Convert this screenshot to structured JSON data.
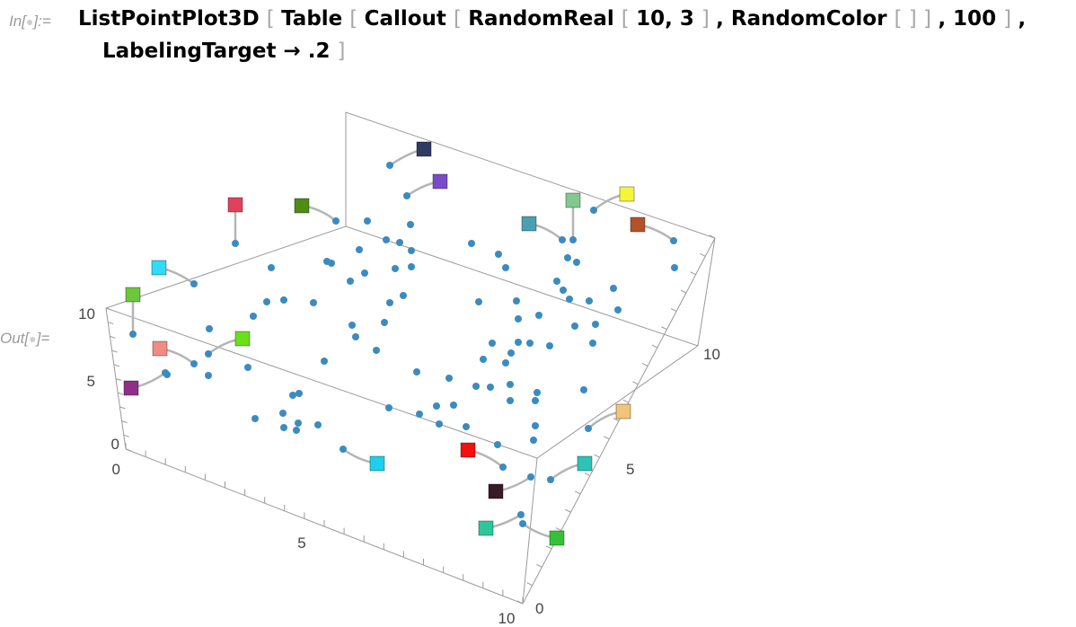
{
  "cell": {
    "in_label": "In[",
    "in_label_end": "]:=",
    "out_label": "Out[",
    "out_label_end": "]=",
    "cell_dot": "●"
  },
  "code": {
    "line1": [
      {
        "t": "ListPointPlot3D ",
        "c": "k"
      },
      {
        "t": "[ ",
        "c": "b"
      },
      {
        "t": "Table ",
        "c": "k"
      },
      {
        "t": "[ ",
        "c": "b"
      },
      {
        "t": "Callout ",
        "c": "k"
      },
      {
        "t": "[ ",
        "c": "b"
      },
      {
        "t": "RandomReal ",
        "c": "k"
      },
      {
        "t": "[ ",
        "c": "b"
      },
      {
        "t": "10, 3 ",
        "c": "k"
      },
      {
        "t": "] ",
        "c": "b"
      },
      {
        "t": ", RandomColor ",
        "c": "k"
      },
      {
        "t": "[ ] ] ",
        "c": "b"
      },
      {
        "t": ", 100 ",
        "c": "k"
      },
      {
        "t": "] ",
        "c": "b"
      },
      {
        "t": ",",
        "c": "k"
      }
    ],
    "line2": [
      {
        "t": "LabelingTarget → .2 ",
        "c": "k"
      },
      {
        "t": "]",
        "c": "b"
      }
    ]
  },
  "chart_data": {
    "type": "scatter",
    "axis_ticks": {
      "z": [
        "0",
        "5",
        "10"
      ],
      "x": [
        "0",
        "5",
        "10"
      ],
      "y": [
        "0",
        "5",
        "10"
      ]
    },
    "callout_colors": [
      "#2f3a63",
      "#7b4bc7",
      "#e0425e",
      "#4e8d14",
      "#4aa0b2",
      "#83c88e",
      "#f5f53a",
      "#b3532a",
      "#2fdcf4",
      "#6cc73a",
      "#f08b84",
      "#6ae01a",
      "#8f2f8a",
      "#1cd0ee",
      "#f50f0f",
      "#f2c478",
      "#2cc4b6",
      "#3a1928",
      "#2cc69a",
      "#35c238"
    ],
    "point_color": "#3b8bc0"
  }
}
